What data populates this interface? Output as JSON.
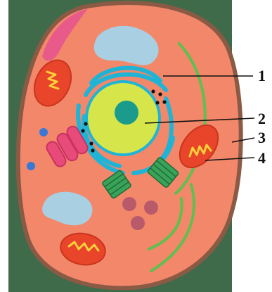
{
  "figure": {
    "type": "animal-cell-diagram",
    "labels": [
      "1",
      "2",
      "3",
      "4"
    ]
  },
  "colors": {
    "background": "#3f6b4a",
    "cytoplasm": "#f2876a",
    "membrane": "#8a5a45",
    "nucleus_envelope": "#1fb4d6",
    "nucleus": "#d6e64a",
    "nucleolus": "#1a9b8b",
    "mitochondrion": "#e8452a",
    "cristae": "#ffd23a",
    "er_line": "#5fbf4f",
    "vacuole": "#a9cfe3",
    "golgi": "#e84a7a",
    "centriole": "#3aa35a",
    "lysosome": "#b85a6a",
    "vesicle": "#3a78d8",
    "pink_patch": "#e85a8a",
    "leader_line": "#111111"
  },
  "organelles": [
    "membrane",
    "nucleus",
    "nucleolus",
    "nuclear-envelope",
    "mitochondrion",
    "endoplasmic-reticulum",
    "golgi",
    "centrioles",
    "lysosomes",
    "vacuole",
    "vesicles"
  ]
}
